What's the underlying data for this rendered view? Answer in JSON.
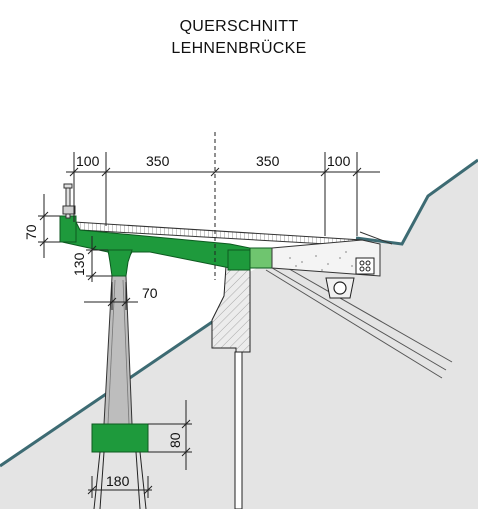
{
  "title": {
    "line1": "QUERSCHNITT",
    "line2": "LEHNENBRÜCKE"
  },
  "dimensions": {
    "cantilever_left": "100",
    "lane_left": "350",
    "lane_right": "350",
    "cantilever_right": "100",
    "edge_beam_height": "70",
    "crossbeam_depth": "130",
    "pier_width_top": "70",
    "footing_height": "80",
    "footing_width": "180"
  },
  "colors": {
    "concrete_green": "#1e9a3c",
    "light_green": "#6fc56f",
    "terrain_line": "#3d6b73",
    "ground_fill": "#e4e4e4",
    "pier_grey": "#bdbdbd"
  }
}
